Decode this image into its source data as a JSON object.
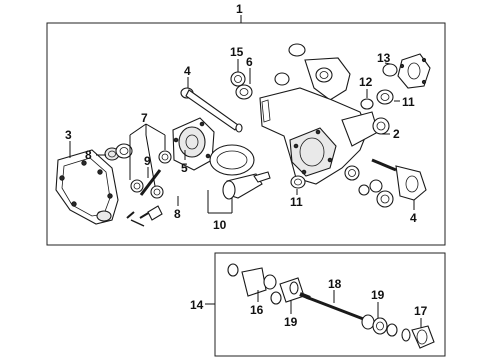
{
  "diagram": {
    "callouts": {
      "c1": "1",
      "c2": "2",
      "c3": "3",
      "c4a": "4",
      "c4b": "4",
      "c5": "5",
      "c6": "6",
      "c7": "7",
      "c8a": "8",
      "c8b": "8",
      "c9": "9",
      "c10": "10",
      "c11a": "11",
      "c11b": "11",
      "c12": "12",
      "c13": "13",
      "c14": "14",
      "c15": "15",
      "c16": "16",
      "c17": "17",
      "c18": "18",
      "c19a": "19",
      "c19b": "19"
    }
  }
}
